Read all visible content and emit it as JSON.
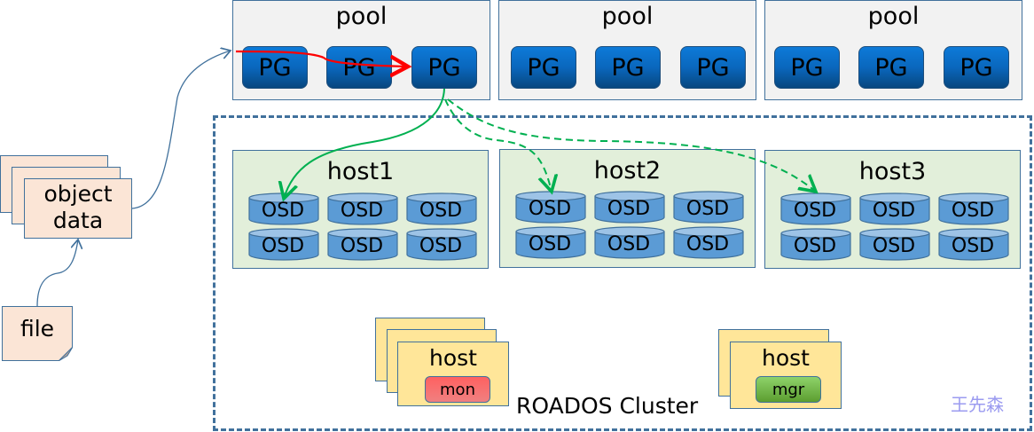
{
  "pools": [
    {
      "title": "pool",
      "pgs": [
        "PG",
        "PG",
        "PG"
      ]
    },
    {
      "title": "pool",
      "pgs": [
        "PG",
        "PG",
        "PG"
      ]
    },
    {
      "title": "pool",
      "pgs": [
        "PG",
        "PG",
        "PG"
      ]
    }
  ],
  "hosts": [
    {
      "title": "host1",
      "osds": [
        "OSD",
        "OSD",
        "OSD",
        "OSD",
        "OSD",
        "OSD"
      ]
    },
    {
      "title": "host2",
      "osds": [
        "OSD",
        "OSD",
        "OSD",
        "OSD",
        "OSD",
        "OSD"
      ]
    },
    {
      "title": "host3",
      "osds": [
        "OSD",
        "OSD",
        "OSD",
        "OSD",
        "OSD",
        "OSD"
      ]
    }
  ],
  "objects": {
    "line1": "object",
    "line2": "data"
  },
  "file": {
    "label": "file"
  },
  "mon_host": {
    "label": "host",
    "badge": "mon"
  },
  "mgr_host": {
    "label": "host",
    "badge": "mgr"
  },
  "cluster": {
    "label": "ROADOS Cluster"
  },
  "watermark": "王先森",
  "colors": {
    "pg": "#0a67bd",
    "osd": "#5b9bd5",
    "host_bg": "#e2efda",
    "pool_bg": "#f2f2f2",
    "paper_bg": "#fbe5d6",
    "yellow_bg": "#ffe699",
    "mon": "#ff6161",
    "mgr": "#70ad47",
    "red_arrow": "#ff0000",
    "green_arrow": "#00b050",
    "border": "#41719c"
  }
}
